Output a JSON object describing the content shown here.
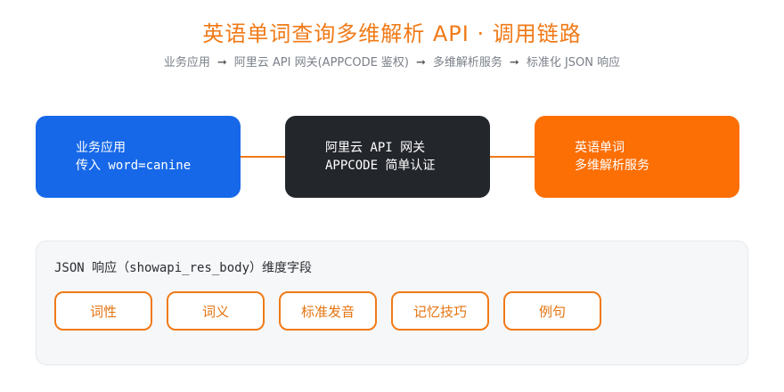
{
  "header": {
    "title": "英语单词查询多维解析 API · 调用链路",
    "subtitle_steps": [
      "业务应用",
      "阿里云 API 网关(APPCODE 鉴权)",
      "多维解析服务",
      "标准化 JSON 响应"
    ],
    "subtitle_arrow": "➞"
  },
  "nodes": {
    "app": {
      "line1": "业务应用",
      "line2": "传入 word=canine"
    },
    "gateway": {
      "line1": "阿里云 API 网关",
      "line2": "APPCODE 简单认证"
    },
    "service": {
      "line1": "英语单词",
      "line2": "多维解析服务"
    }
  },
  "connector": {
    "head": "‹"
  },
  "response_panel": {
    "title": "JSON 响应（showapi_res_body）维度字段",
    "fields": [
      "词性",
      "词义",
      "标准发音",
      "记忆技巧",
      "例句"
    ]
  },
  "colors": {
    "accent": "#f07a17",
    "app_node": "#1668e8",
    "gateway_node": "#23262b",
    "service_node": "#fb6f05"
  }
}
